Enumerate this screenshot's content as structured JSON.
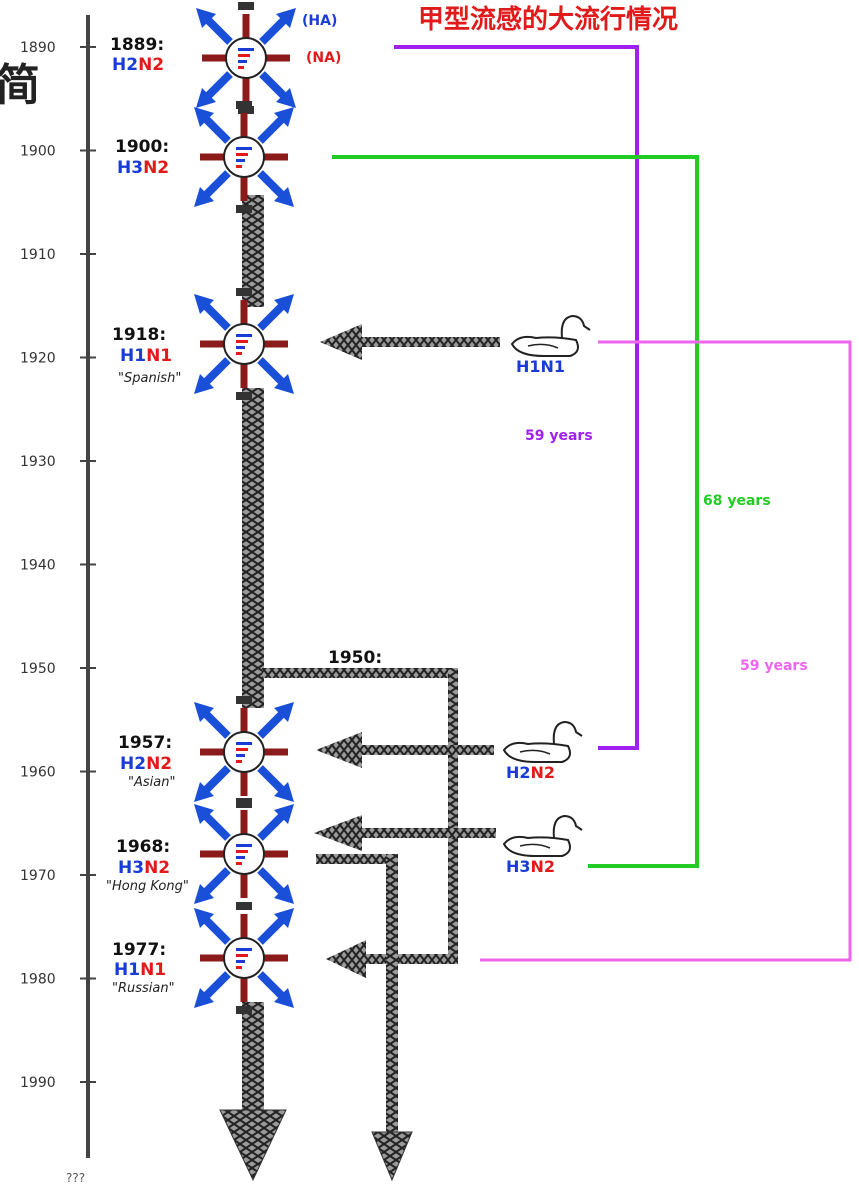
{
  "title": "甲型流感的大流行情况",
  "left_glyph": "简",
  "axis": {
    "years": [
      1890,
      1900,
      1910,
      1920,
      1930,
      1940,
      1950,
      1960,
      1970,
      1980,
      1990
    ],
    "bottom_label": "???"
  },
  "legend": {
    "ha": "(HA)",
    "na": "(NA)"
  },
  "events": [
    {
      "year": "1889:",
      "h": "H2",
      "n": "N2",
      "nickname": ""
    },
    {
      "year": "1900:",
      "h": "H3",
      "n": "N2",
      "nickname": ""
    },
    {
      "year": "1918:",
      "h": "H1",
      "n": "N1",
      "nickname": "\"Spanish\""
    },
    {
      "year": "1957:",
      "h": "H2",
      "n": "N2",
      "nickname": "\"Asian\""
    },
    {
      "year": "1968:",
      "h": "H3",
      "n": "N2",
      "nickname": "\"Hong Kong\""
    },
    {
      "year": "1977:",
      "h": "H1",
      "n": "N1",
      "nickname": "\"Russian\""
    }
  ],
  "marker_1950": "1950:",
  "ducks": [
    {
      "h": "H1",
      "n": "N1"
    },
    {
      "h": "H2",
      "n": "N2"
    },
    {
      "h": "H3",
      "n": "N2"
    }
  ],
  "gaps": [
    {
      "label": "59 years",
      "color": "#a020f0"
    },
    {
      "label": "68 years",
      "color": "#22cc22"
    },
    {
      "label": "59 years",
      "color": "#ee66ee"
    }
  ],
  "colors": {
    "ha": "#1a3cd6",
    "na": "#e11b1b",
    "title": "#e11b1b",
    "arrow": "#1a4fd8",
    "spoke": "#8b1a1a",
    "gray": "#555555"
  }
}
